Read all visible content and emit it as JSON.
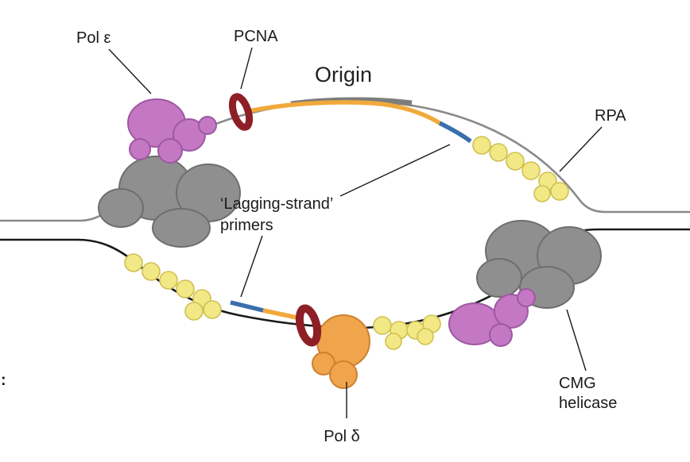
{
  "figure": {
    "labels": {
      "pol_epsilon": "Pol ε",
      "pcna": "PCNA",
      "origin": "Origin",
      "rpa": "RPA",
      "lagging_line1": "‘Lagging-strand’",
      "lagging_line2": "primers",
      "cmg_line1": "CMG",
      "cmg_line2": "helicase",
      "pol_delta": "Pol δ",
      "edge_mark": ":"
    },
    "colors": {
      "parental_top": "#8a8a8a",
      "parental_bottom": "#1a1a1a",
      "origin_segment": "#7d7d7d",
      "leading_strand": "#f2a93b",
      "primer_blue": "#3a6fae",
      "rpa_fill": "#f2e885",
      "rpa_stroke": "#cfc050",
      "cmg_fill": "#8f8f8f",
      "cmg_stroke": "#6e6e6e",
      "pol_fill": "#c478c4",
      "pol_stroke": "#9d58a2",
      "pcna_ring": "#8e1f26",
      "pol_delta_fill": "#f0a44c",
      "pol_delta_stroke": "#cd8030"
    }
  }
}
